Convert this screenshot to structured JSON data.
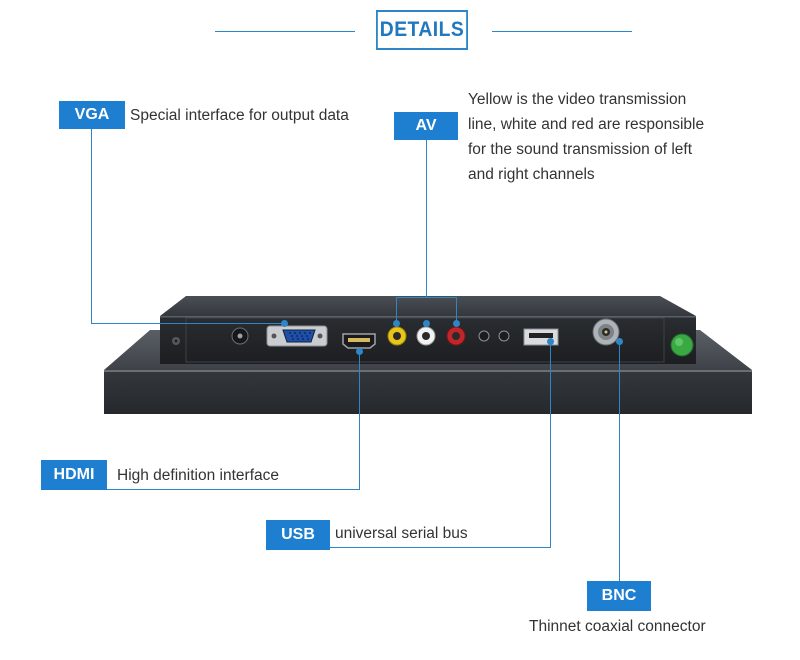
{
  "header": {
    "title": "DETAILS"
  },
  "callouts": {
    "vga": {
      "tag": "VGA",
      "description": "Special interface for output data"
    },
    "av": {
      "tag": "AV",
      "description_lines": [
        "Yellow is the video transmission",
        "line, white and red are responsible",
        "for the sound transmission of left",
        "and right channels"
      ]
    },
    "hdmi": {
      "tag": "HDMI",
      "description": "High definition interface"
    },
    "usb": {
      "tag": "USB",
      "description": "universal serial bus"
    },
    "bnc": {
      "tag": "BNC",
      "description": "Thinnet coaxial connector"
    }
  },
  "colors": {
    "accent": "#1e7fd0",
    "line": "#2f86c6",
    "device_body": "#2e3236",
    "av_yellow": "#e8c516",
    "av_white": "#f2f2f2",
    "av_red": "#c0262a",
    "power_led": "#3aa843"
  }
}
